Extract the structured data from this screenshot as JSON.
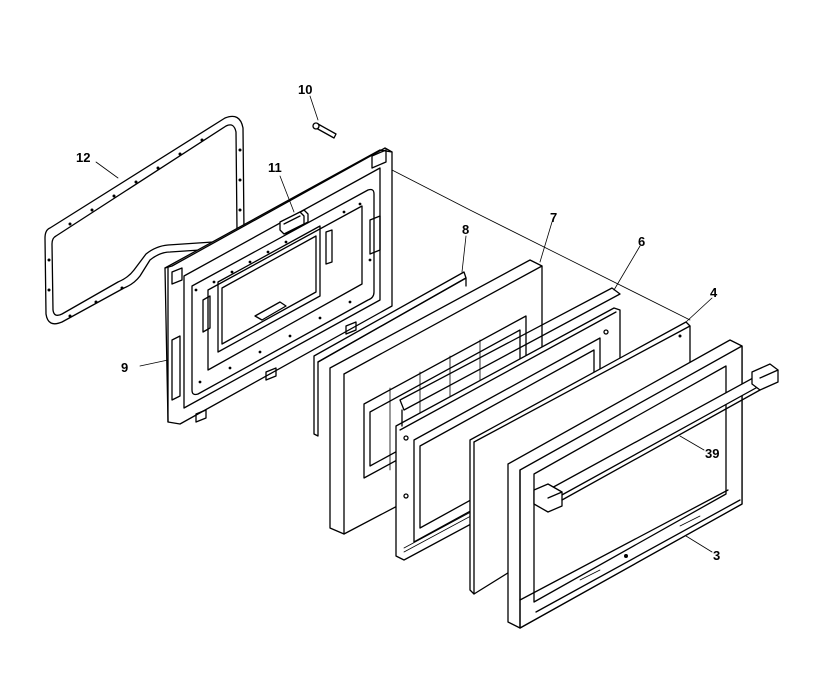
{
  "header": {
    "left_text": "",
    "right_text": ""
  },
  "callouts": [
    {
      "id": "c12",
      "label": "12"
    },
    {
      "id": "c10",
      "label": "10"
    },
    {
      "id": "c11",
      "label": "11"
    },
    {
      "id": "c9",
      "label": "9"
    },
    {
      "id": "c8",
      "label": "8"
    },
    {
      "id": "c7",
      "label": "7"
    },
    {
      "id": "c6",
      "label": "6"
    },
    {
      "id": "c4",
      "label": "4"
    },
    {
      "id": "c39",
      "label": "39"
    },
    {
      "id": "c3",
      "label": "3"
    }
  ]
}
